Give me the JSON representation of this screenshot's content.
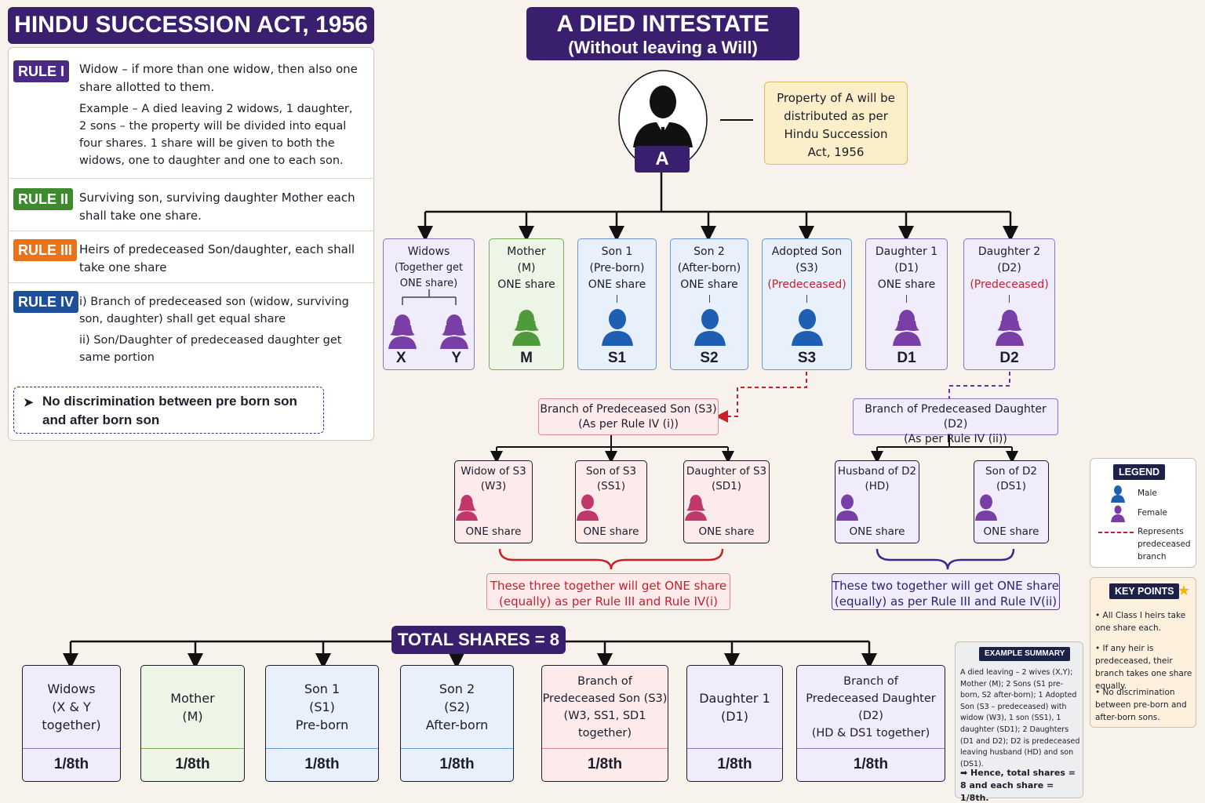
{
  "left_title": "HINDU SUCCESSION ACT, 1956",
  "main_title": {
    "line1": "A DIED INTESTATE",
    "line2": "(Without leaving a Will)"
  },
  "rules": [
    {
      "badge": "RULE I",
      "color": "#4b2a86",
      "text": "Widow – if more than one widow, then also one share allotted to them.",
      "example": "Example – A died leaving 2 widows, 1 daughter, 2 sons – the property will be divided into equal four shares. 1 share will be given to both the widows, one to daughter and one to each son."
    },
    {
      "badge": "RULE II",
      "color": "#3f8a2e",
      "text": "Surviving son, surviving daughter Mother each shall take one share."
    },
    {
      "badge": "RULE III",
      "color": "#e8731a",
      "text": "Heirs of predeceased Son/daughter, each shall take one share"
    },
    {
      "badge": "RULE IV",
      "color": "#1d4f9c",
      "text": "i) Branch of predeceased son (widow, surviving son, daughter) shall get equal share",
      "text2": "ii) Son/Daughter of predeceased daughter get same portion"
    }
  ],
  "note": "No discrimination between pre born son and after born son",
  "deceased": {
    "label": "A"
  },
  "property_note": "Property of A will be distributed as per Hindu Succession Act, 1956",
  "heirs": [
    {
      "l1": "Widows",
      "l2": "(Together get",
      "l3": "ONE share)",
      "letters": [
        "X",
        "Y"
      ]
    },
    {
      "l1": "Mother",
      "l2": "(M)",
      "l3": "ONE share",
      "letter": "M"
    },
    {
      "l1": "Son 1",
      "l2": "(Pre-born)",
      "l3": "ONE share",
      "letter": "S1"
    },
    {
      "l1": "Son 2",
      "l2": "(After-born)",
      "l3": "ONE share",
      "letter": "S2"
    },
    {
      "l1": "Adopted Son",
      "l2": "(S3)",
      "l3": "(Predeceased)",
      "letter": "S3"
    },
    {
      "l1": "Daughter 1",
      "l2": "(D1)",
      "l3": "ONE share",
      "letter": "D1"
    },
    {
      "l1": "Daughter 2",
      "l2": "(D2)",
      "l3": "(Predeceased)",
      "letter": "D2"
    }
  ],
  "branch_s3": {
    "l1": "Branch of Predeceased Son (S3)",
    "l2": "(As per Rule IV (i))"
  },
  "branch_d2": {
    "l1": "Branch of Predeceased Daughter (D2)",
    "l2": "(As per Rule IV (ii))"
  },
  "s3_heirs": [
    {
      "l1": "Widow of S3",
      "l2": "(W3)",
      "share": "ONE share"
    },
    {
      "l1": "Son of S3",
      "l2": "(SS1)",
      "share": "ONE share"
    },
    {
      "l1": "Daughter of S3",
      "l2": "(SD1)",
      "share": "ONE share"
    }
  ],
  "d2_heirs": [
    {
      "l1": "Husband of D2",
      "l2": "(HD)",
      "share": "ONE share"
    },
    {
      "l1": "Son of D2",
      "l2": "(DS1)",
      "share": "ONE share"
    }
  ],
  "s3_together": {
    "l1": "These three together will get ONE share",
    "l2": "(equally) as per Rule III and Rule IV(i)"
  },
  "d2_together": {
    "l1": "These two together will get ONE share",
    "l2": "(equally) as per Rule III and Rule IV(ii)"
  },
  "total_shares": "TOTAL SHARES = 8",
  "share_cards": [
    {
      "lines": [
        "Widows",
        "(X & Y",
        "together)"
      ],
      "share": "1/8th"
    },
    {
      "lines": [
        "Mother",
        "(M)"
      ],
      "share": "1/8th"
    },
    {
      "lines": [
        "Son 1",
        "(S1)",
        "Pre-born"
      ],
      "share": "1/8th"
    },
    {
      "lines": [
        "Son 2",
        "(S2)",
        "After-born"
      ],
      "share": "1/8th"
    },
    {
      "lines": [
        "Branch of",
        "Predeceased Son (S3)",
        "(W3, SS1, SD1",
        "together)"
      ],
      "share": "1/8th"
    },
    {
      "lines": [
        "Daughter 1",
        "(D1)"
      ],
      "share": "1/8th"
    },
    {
      "lines": [
        "Branch of",
        "Predeceased Daughter (D2)",
        "(HD & DS1 together)"
      ],
      "share": "1/8th"
    }
  ],
  "legend": {
    "title": "LEGEND",
    "male": "Male",
    "female": "Female",
    "dashed": "Represents predeceased branch"
  },
  "key_points": {
    "title": "KEY POINTS",
    "items": [
      "All Class I heirs take one share each.",
      "If any heir is predeceased, their branch takes one share equally.",
      "No discrimination between pre-born and after-born sons."
    ]
  },
  "summary": {
    "title": "EXAMPLE SUMMARY",
    "text": "A died leaving – 2 wives (X,Y); Mother (M); 2 Sons (S1 pre-born, S2 after-born); 1 Adopted Son (S3 – predeceased) with widow (W3), 1 son (SS1), 1 daughter (SD1); 2 Daughters (D1 and D2); D2 is predeceased leaving husband (HD) and son (DS1).",
    "conclusion": "Hence, total shares = 8 and each share = 1/8th."
  },
  "colors": {
    "navy": "#3a1f6e",
    "male": "#1f5fb3",
    "female": "#7a3fa6",
    "female_green": "#4f9a3a",
    "female_pink": "#c0386a",
    "red": "#c8202a",
    "purple_line": "#5a3a9c"
  }
}
